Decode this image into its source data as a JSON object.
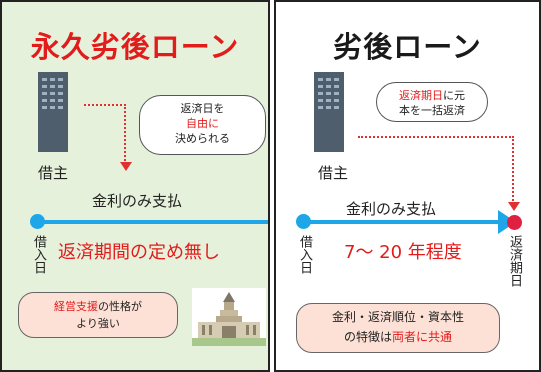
{
  "left": {
    "title": "永久劣後ローン",
    "borrower": "借主",
    "bubble_parts": [
      "返済日を",
      "自由に",
      "決められる"
    ],
    "line_label": "金利のみ支払",
    "start_label": "借入日",
    "emphasis": "返済期間の定め無し",
    "feature_parts": [
      "経営支援",
      "の性格が",
      "より強い"
    ]
  },
  "right": {
    "title": "劣後ローン",
    "borrower": "借主",
    "bubble_parts": [
      "返済期日",
      "に元",
      "本を一括返済"
    ],
    "line_label": "金利のみ支払",
    "start_label": "借入日",
    "end_label": "返済期日",
    "emphasis": "7～ 20 年程度",
    "feature_parts": [
      "金利・返済順位・資本性",
      "の特徴は",
      "両者に共通"
    ]
  },
  "colors": {
    "accent_red": "#e21b1b",
    "timeline_blue": "#1ea6e8",
    "left_panel_bg": "#e6f1dc",
    "pill_bg": "#fde1d6"
  },
  "icons": {
    "building": "building-icon",
    "diet_building": "national-diet-building-icon"
  }
}
